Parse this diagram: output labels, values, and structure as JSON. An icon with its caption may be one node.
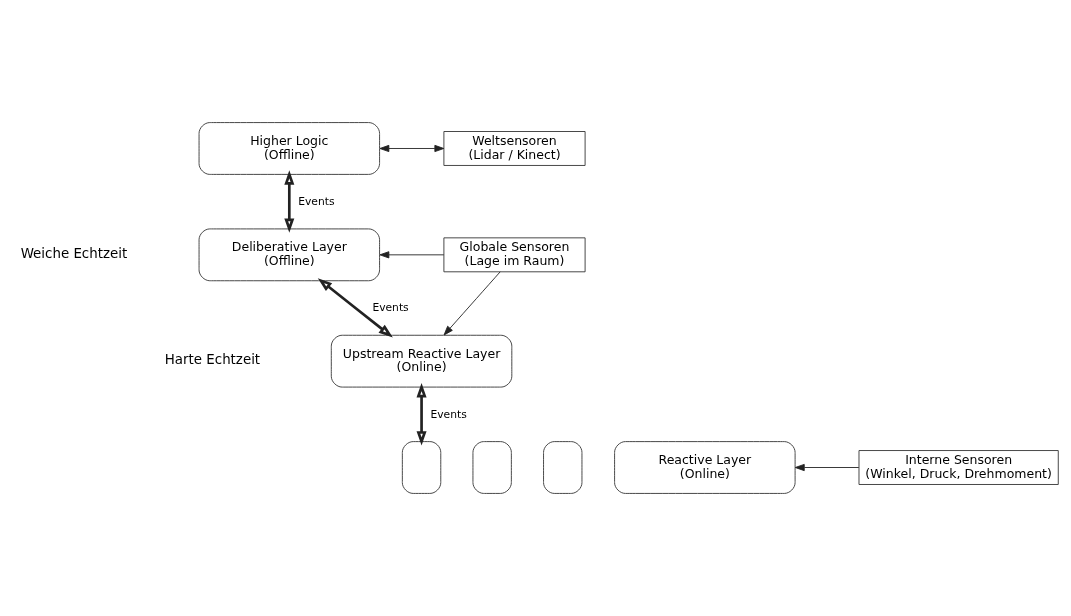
{
  "diagram": {
    "nodes": [
      {
        "text": [
          "Higher Logic",
          "(Offline)"
        ]
      },
      {
        "text": [
          "Weltsensoren",
          "(Lidar / Kinect)"
        ]
      },
      {
        "text": [
          "Deliberative Layer",
          "(Offline)"
        ]
      },
      {
        "text": [
          "Globale Sensoren",
          "(Lage im Raum)"
        ]
      },
      {
        "text": [
          "Upstream Reactive Layer",
          "(Online)"
        ]
      },
      {
        "text": [],
        "shape": "box"
      },
      {
        "text": [],
        "shape": "box"
      },
      {
        "text": [],
        "shape": "box"
      },
      {
        "text": [
          "Reactive Layer",
          "(Online)"
        ]
      },
      {
        "text": [
          "Interne Sensoren",
          "(Winkel, Druck, Drehmoment)"
        ]
      }
    ],
    "edges": [
      {
        "from": 0,
        "to": 1,
        "arrow": "both"
      },
      {
        "from": 0,
        "to": 2,
        "arrow": "both",
        "label": "Events",
        "style": "thick"
      },
      {
        "from": 2,
        "to": 4,
        "arrow": "both",
        "label": "Events",
        "style": "thick"
      },
      {
        "from": 4,
        "to": 5,
        "arrow": "both",
        "label": "Events",
        "style": "thick"
      },
      {
        "from": 3,
        "to": 2,
        "arrow": "to"
      },
      {
        "from": 3,
        "to": 4,
        "arrow": "to"
      },
      {
        "from": 9,
        "to": 8,
        "arrow": "to"
      }
    ],
    "labels": [
      "Weiche Echtzeit",
      "Harte Echtzeit"
    ]
  }
}
